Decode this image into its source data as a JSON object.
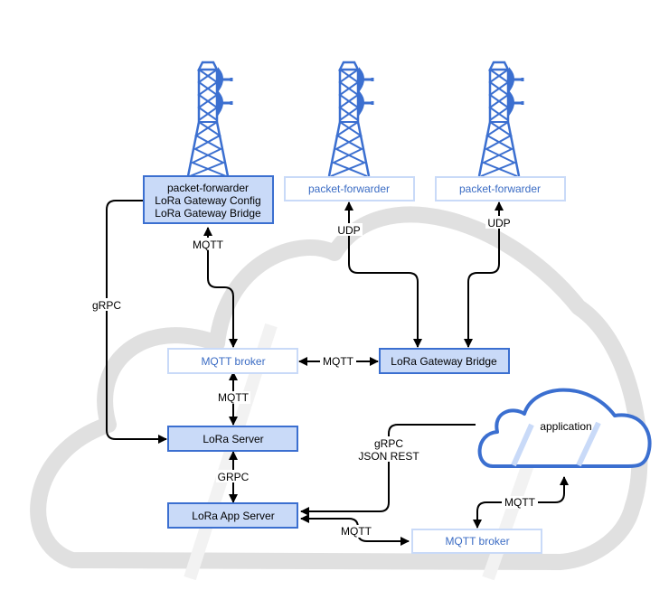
{
  "colors": {
    "accent": "#3b6fd0",
    "box_fill": "#c9daf8",
    "box_stroke": "#3b6fd0",
    "light_box_stroke": "#c9daf8",
    "light_text": "#3b6cc4",
    "cloud_gray": "#e0e0e0",
    "arrow": "#000000"
  },
  "towers": [
    {
      "name": "gateway-tower-1",
      "icon": "cell-tower-icon"
    },
    {
      "name": "gateway-tower-2",
      "icon": "cell-tower-icon"
    },
    {
      "name": "gateway-tower-3",
      "icon": "cell-tower-icon"
    }
  ],
  "nodes": {
    "gw1": {
      "lines": [
        "packet-forwarder",
        "LoRa Gateway Config",
        "LoRa Gateway Bridge"
      ],
      "style": "filled"
    },
    "gw2": {
      "label": "packet-forwarder",
      "style": "outline"
    },
    "gw3": {
      "label": "packet-forwarder",
      "style": "outline"
    },
    "mqtt_broker_1": {
      "label": "MQTT broker",
      "style": "outline"
    },
    "gateway_bridge": {
      "label": "LoRa Gateway Bridge",
      "style": "filled"
    },
    "lora_server": {
      "label": "LoRa Server",
      "style": "filled"
    },
    "app_server": {
      "label": "LoRa App Server",
      "style": "filled"
    },
    "mqtt_broker_2": {
      "label": "MQTT broker",
      "style": "outline"
    },
    "application": {
      "label": "application",
      "shape": "cloud"
    }
  },
  "edges": {
    "gw1_mqtt": "MQTT",
    "gw2_udp": "UDP",
    "gw3_udp": "UDP",
    "gw1_grpc": "gRPC",
    "broker_bridge": "MQTT",
    "broker_server": "MQTT",
    "server_app": "GRPC",
    "app_application_1": "gRPC",
    "app_application_2": "JSON REST",
    "app_broker2": "MQTT",
    "broker2_application": "MQTT"
  }
}
